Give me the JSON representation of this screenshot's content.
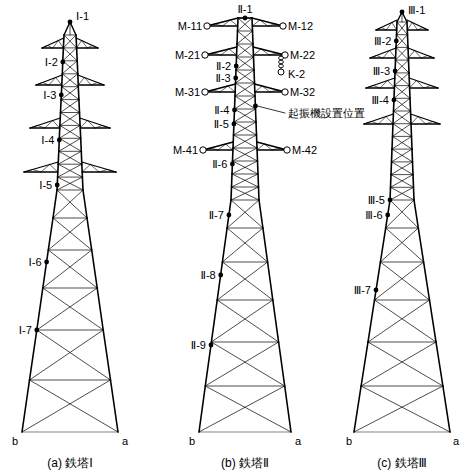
{
  "diagram": {
    "labels": [
      "Ⅰ-1",
      "Ⅰ-2",
      "Ⅰ-3",
      "Ⅰ-4",
      "Ⅰ-5",
      "Ⅰ-6",
      "Ⅰ-7",
      "b",
      "a",
      "(a) 鉄塔Ⅰ",
      "M-11",
      "Ⅱ-1",
      "M-12",
      "M-21",
      "M-22",
      "Ⅱ-2",
      "Ⅱ-3",
      "M-31",
      "M-32",
      "K-2",
      "Ⅱ-4",
      "起振機設置位置",
      "Ⅱ-5",
      "M-41",
      "M-42",
      "Ⅱ-6",
      "Ⅱ-7",
      "Ⅱ-8",
      "Ⅱ-9",
      "b",
      "a",
      "(b) 鉄塔Ⅱ",
      "Ⅲ-1",
      "Ⅲ-2",
      "Ⅲ-3",
      "Ⅲ-4",
      "Ⅲ-5",
      "Ⅲ-6",
      "Ⅲ-7",
      "b",
      "a",
      "(c) 鉄塔Ⅲ"
    ]
  }
}
